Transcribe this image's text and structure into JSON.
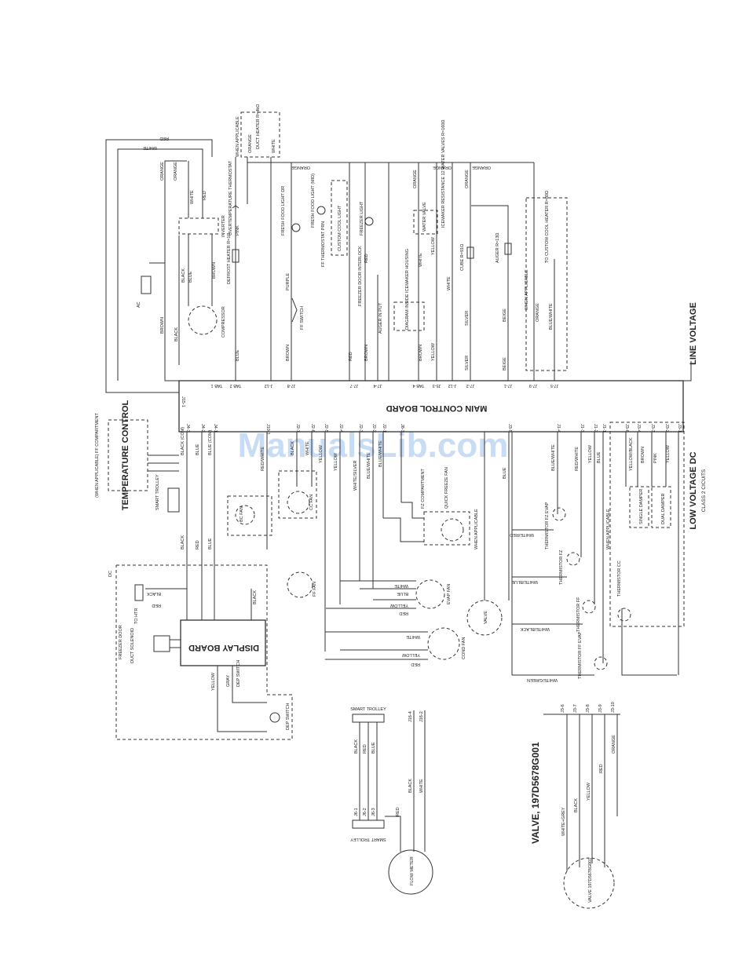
{
  "watermark": "ManualsLib.com",
  "sections": {
    "line_voltage": "LINE VOLTAGE",
    "low_voltage": "LOW VOLTAGE DC",
    "low_voltage_sub": "CLASS 2 CICUITS",
    "main_board": "MAIN CONTROL BOARD",
    "display_board": "DISPLAY BOARD",
    "temperature_control": "TEMPERATURE CONTROL",
    "temperature_control_note": "(WHEN APPLICABLE) FF COMPARTMENT",
    "valve_title": "VALVE, 197D5678G001"
  },
  "top_connectors": [
    "TAB 1",
    "TAB 2",
    "J-12",
    "J7-8",
    "J7-7",
    "J7-4",
    "TAB 4",
    "J5-3",
    "J-12",
    "J7-2",
    "J7-1",
    "J7-9",
    "J7-5"
  ],
  "bottom_connectors": [
    "J15-1",
    "J15-2",
    "J4-3",
    "J4-2",
    "J4-1",
    "J10-1",
    "J2-7",
    "J2-6",
    "J2-5",
    "J2-4",
    "J2-3",
    "J2-2",
    "J2-1",
    "J8-3",
    "J3-5",
    "J1-4",
    "J1-3",
    "J1-2",
    "J1-1",
    "J3-6",
    "J3-4",
    "J3-3",
    "J3-2",
    "J3-1"
  ],
  "components": {
    "ac": "AC",
    "inverter": "INVERTER",
    "compressor": "COMPRESSOR",
    "overtemp": "OVERTEMPERATURE THERMOSTAT",
    "defrost_heater": "DEFROST HEATER R=1Ω",
    "duct_heater": "DUCT HEATER R=4kΩ",
    "duct_heater_note": "WHEN APPLICABLE",
    "ff_light_top": "FRESH FOOD LIGHT DR",
    "ff_light_mid": "FRESH FOOD LIGHT (MID)",
    "ff_thermostat": "FF THERMOSTAT PRN",
    "custom_cool_light": "CUSTOM COOL LIGHT",
    "freezer_light": "FREEZER LIGHT",
    "ff_switch": "FF SWITCH",
    "freezer_door_interlock": "FREEZER DOOR INTERLOCK",
    "auger_in": "AUGER IN PUT",
    "diagram_inside": "DIAGRAM INSIDE ICEMAKER HOUSING",
    "water_valve": "WATER VALVE",
    "icemaker_resistance": "ICEMAKER RESISTANCE 12 WATER VALVES R=160Ω",
    "cube": "CUBE R=91Ω",
    "auger": "AUGER R=13Ω",
    "custom_cool_heater": "TO CUSTOM COOL HEATER R=80Ω",
    "when_applicable": "WHEN APPLICABLE",
    "smart_trolley": "SMART TROLLEY",
    "bc_fan": "BC FAN",
    "cc_fan": "CC FAN",
    "ff_fan": "FF FAN",
    "quick_freeze_fan": "QUICK FREEZE FAN",
    "fz_compartment": "FZ COMPARTMENT",
    "evap_fan": "EVAP FAN",
    "cond_fan": "COND FAN",
    "valve": "VALVE",
    "thermistor_fz_evap": "THERMISTOR FZ EVAP",
    "thermistor_fz": "THERMISTOR FZ",
    "thermistor_ff": "THERMISTOR FF",
    "thermistor_ff_evap": "THERMISTOR FF EVAP",
    "thermistor_cc": "THERMISTOR CC",
    "single_damper": "SINGLE DAMPER",
    "dual_damper": "DUAL DAMPER",
    "dc": "DC",
    "to_htr": "TO HTR",
    "duct_solenoid": "DUCT SOLENOID",
    "freezer_door": "FREEZER DOOR",
    "dep_switch": "DEP SWITCH",
    "dep_switch2": "DEP SWITCH",
    "smart_trolley_bottom": "SMART TROLLEY",
    "meter": "FLOW METER",
    "valve_motor": "VALVE 197D5678G001"
  },
  "wires": {
    "red": "RED",
    "white": "WHITE",
    "orange": "ORANGE",
    "black": "BLACK",
    "blue": "BLUE",
    "brown": "BROWN",
    "purple": "PURPLE",
    "yellow": "YELLOW",
    "silver": "SILVER",
    "beige": "BEIGE",
    "pink": "PINK",
    "gray": "GRAY",
    "white_black": "WHITE/BLACK",
    "white_blue": "WHITE/BLUE",
    "white_red": "WHITE/RED",
    "white_green": "WHITE/GREEN",
    "white_grey": "WHITE+GREY",
    "white_silver": "WHITE/SILVER",
    "blue_white": "BLUE/WHITE",
    "red_white": "RED/WHITE",
    "yellow_black": "YELLOW/BLACK",
    "blue_com": "BLUE (COM)",
    "black_com": "BLACK (COM)",
    "red_white_com": "RED/WHITE"
  },
  "bottom_valve_pins": [
    "J3-6",
    "J3-7",
    "J3-8",
    "J3-9",
    "J3-10"
  ],
  "bottom_valve_wires": [
    "WHITE+GREY",
    "BLACK",
    "YELLOW",
    "RED",
    "ORANGE"
  ],
  "trolley_pins": [
    "J6-1",
    "J6-2",
    "J6-3"
  ],
  "j16_pins": [
    "J16-4",
    "J16-2"
  ]
}
